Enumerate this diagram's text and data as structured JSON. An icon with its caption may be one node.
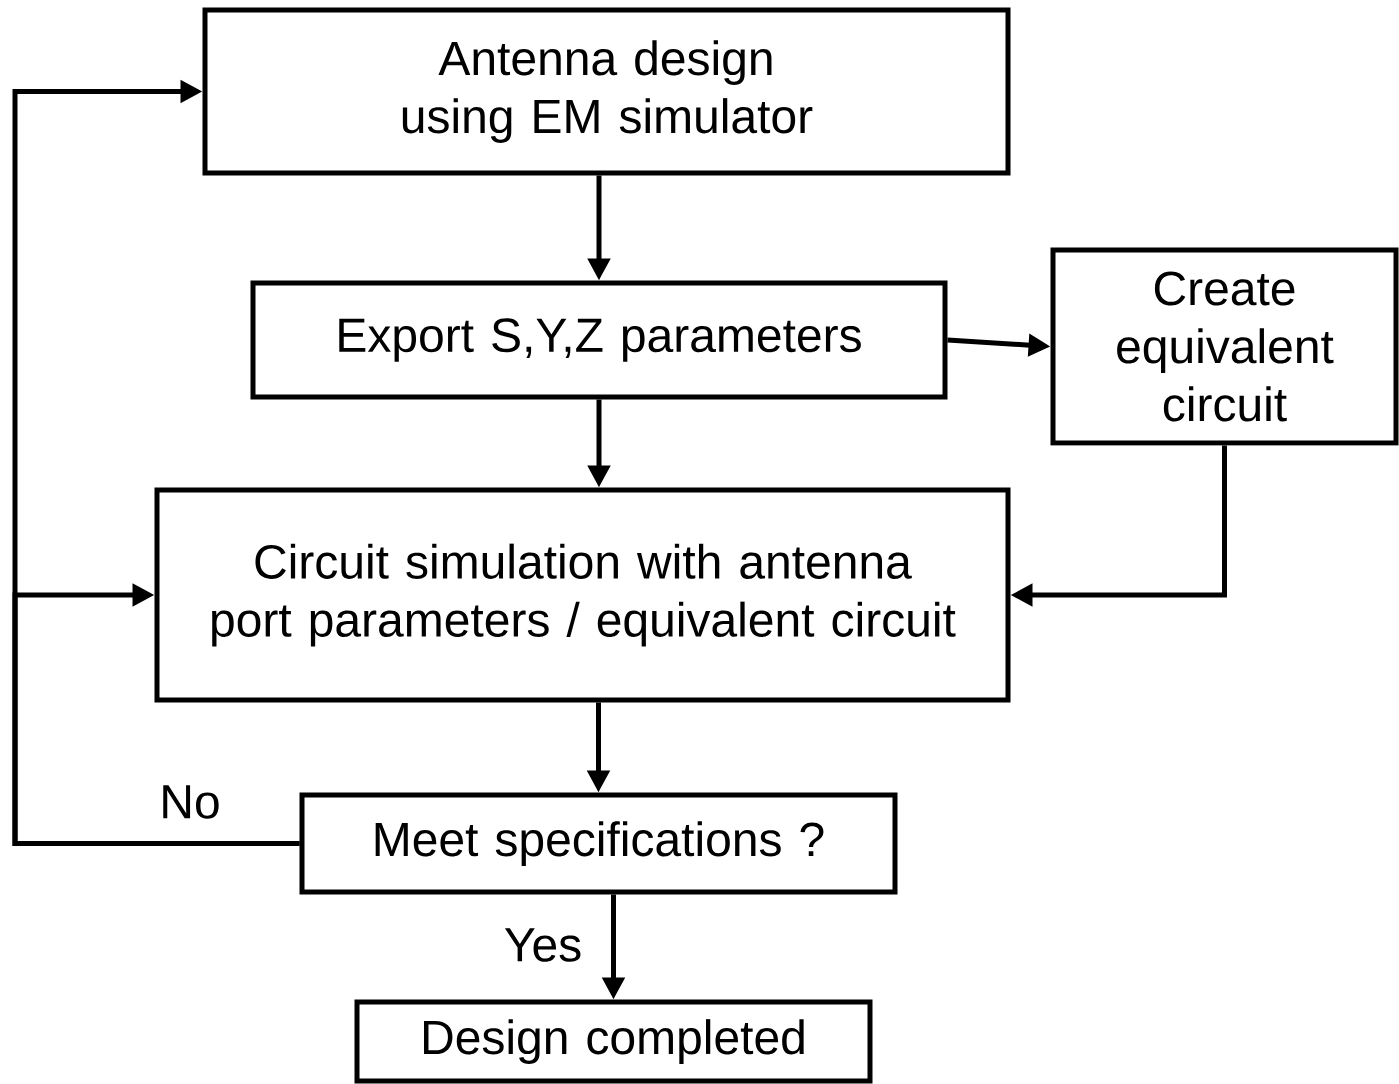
{
  "diagram": {
    "nodes": [
      {
        "text": [
          "Antenna design using EM simulator"
        ]
      },
      {
        "text": [
          "Export S,Y,Z parameters"
        ]
      },
      {
        "text": [
          "Create equivalent circuit"
        ]
      },
      {
        "text": [
          "Circuit simulation with antenna port parameters / equivalent circuit"
        ]
      },
      {
        "text": [
          "Meet specifications ?"
        ]
      },
      {
        "text": [
          "Design completed"
        ]
      }
    ],
    "edges": [
      {
        "from": 0,
        "to": 1,
        "arrow": "to"
      },
      {
        "from": 1,
        "to": 2,
        "arrow": "to"
      },
      {
        "from": 1,
        "to": 3,
        "arrow": "to"
      },
      {
        "from": 2,
        "to": 3,
        "arrow": "to"
      },
      {
        "from": 3,
        "to": 4,
        "arrow": "to"
      },
      {
        "from": 4,
        "to": 0,
        "arrow": "to",
        "label": "No"
      },
      {
        "from": 4,
        "to": 3,
        "arrow": "to"
      },
      {
        "from": 4,
        "to": 5,
        "arrow": "to",
        "label": "Yes"
      }
    ]
  }
}
